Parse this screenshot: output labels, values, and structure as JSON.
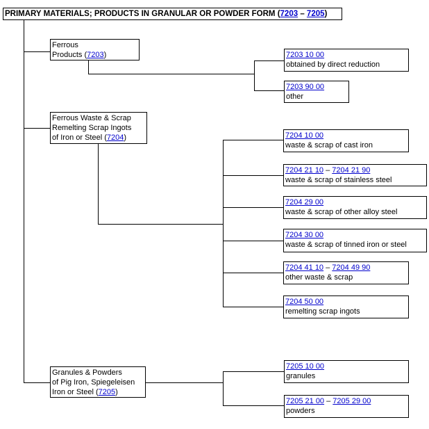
{
  "title": {
    "text": "PRIMARY MATERIALS; PRODUCTS IN GRANULAR OR POWDER FORM (",
    "link1": "7203",
    "sep": " – ",
    "link2": "7205",
    "close": ")"
  },
  "groups": {
    "ferrous": {
      "line1": "Ferrous",
      "line2": "Products (",
      "link": "7203",
      "close": ")",
      "items": [
        {
          "code": "7203 10 00",
          "desc": "obtained by direct reduction"
        },
        {
          "code": "7203 90 00",
          "desc": "other"
        }
      ]
    },
    "waste": {
      "line1": "Ferrous Waste & Scrap",
      "line2": "Remelting Scrap Ingots",
      "line3": "of Iron or Steel (",
      "link": "7204",
      "close": ")",
      "items": [
        {
          "code": "7204 10 00",
          "desc": "waste & scrap of cast iron"
        },
        {
          "code": "7204  21 10",
          "sep": " – ",
          "code2": "7204 21 90",
          "desc": "waste & scrap of stainless steel"
        },
        {
          "code": "7204 29 00",
          "desc": "waste & scrap of other alloy steel"
        },
        {
          "code": "7204 30 00",
          "desc": "waste & scrap of tinned iron or steel"
        },
        {
          "code": "7204 41 10",
          "sep": " – ",
          "code2": "7204 49 90",
          "desc": "other waste & scrap"
        },
        {
          "code": "7204 50 00",
          "desc": "remelting scrap ingots"
        }
      ]
    },
    "granules": {
      "line1": "Granules & Powders",
      "line2": "of Pig Iron, Spiegeleisen",
      "line3": "Iron or Steel (",
      "link": "7205",
      "close": ")",
      "items": [
        {
          "code": "7205 10 00",
          "desc": "granules"
        },
        {
          "code": "7205 21 00",
          "sep": " – ",
          "code2": "7205 29 00",
          "desc": "powders"
        }
      ]
    }
  }
}
